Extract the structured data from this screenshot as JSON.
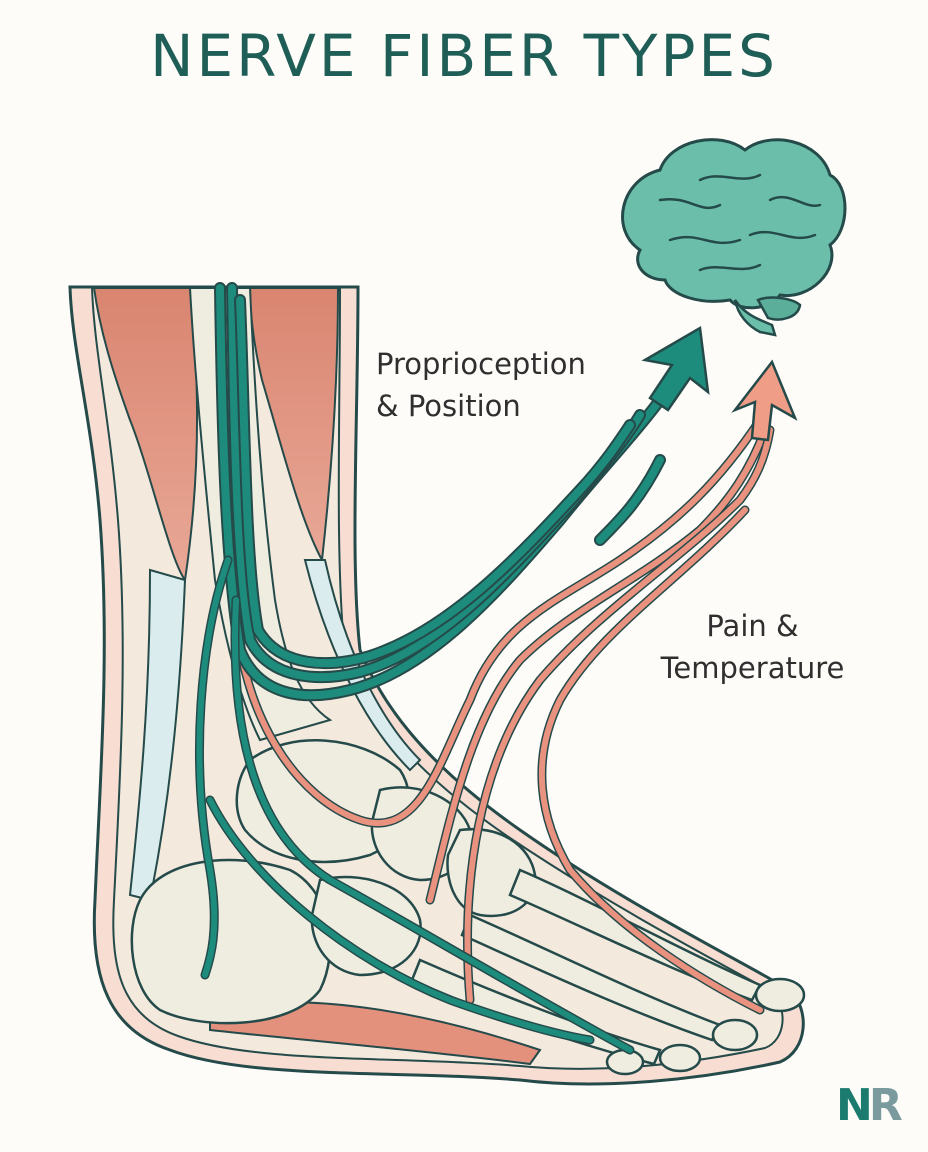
{
  "title": "NERVE FIBER TYPES",
  "labels": {
    "proprioception_line1": "Proprioception",
    "proprioception_line2": "& Position",
    "pain_line1": "Pain &",
    "pain_line2": "Temperature"
  },
  "logo": {
    "text_n": "N",
    "text_r": "R"
  },
  "colors": {
    "title": "#1f5e57",
    "proprioception_fiber": "#1e8c7c",
    "pain_fiber": "#e8927f",
    "muscle": "#d9836f",
    "bone": "#efece0",
    "skin": "#f6d8cc",
    "brain": "#6bbfaa",
    "outline": "#254a4a"
  },
  "icons": [
    "brain-icon",
    "proprioception-arrow-icon",
    "pain-arrow-icon",
    "logo-mark"
  ]
}
